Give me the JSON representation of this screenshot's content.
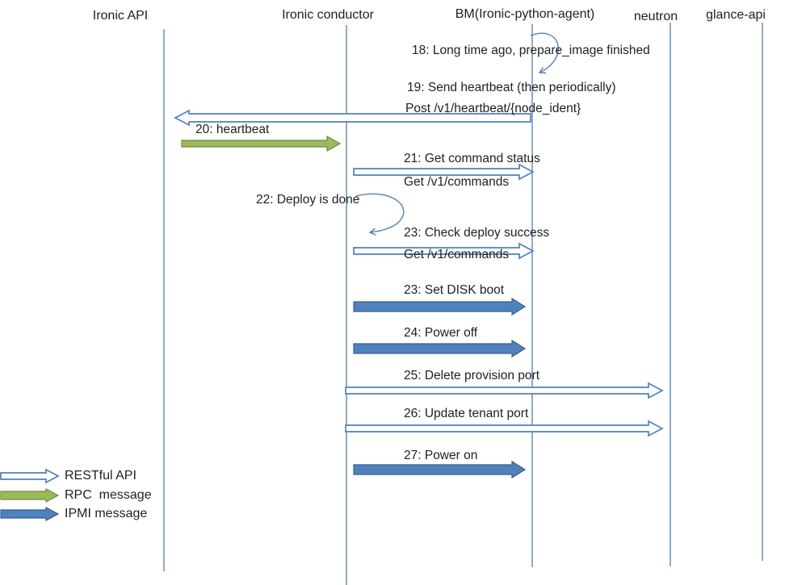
{
  "colors": {
    "text": "#212121",
    "lifeline": "#8faacd",
    "rest_border": "#4f81bd",
    "rest_fill": "#ffffff",
    "rpc_fill": "#9bbb59",
    "rpc_border": "#71893f",
    "ipmi_fill": "#4f81bd",
    "ipmi_border": "#385d8a",
    "loop": "#5a7fb5"
  },
  "actors": [
    {
      "label": "Ironic API"
    },
    {
      "label": "Ironic conductor"
    },
    {
      "label": "BM(Ironic-python-agent)"
    },
    {
      "label": "neutron"
    },
    {
      "label": "glance-api"
    }
  ],
  "messages": {
    "m18": {
      "line1": "18: Long time ago, prepare_image finished"
    },
    "m19": {
      "line1": "19: Send heartbeat (then periodically)",
      "line2": "Post /v1/heartbeat/{node_ident}"
    },
    "m20": {
      "line1": "20: heartbeat"
    },
    "m21": {
      "line1": "21: Get command status",
      "line2": "Get /v1/commands"
    },
    "m22": {
      "line1": "22: Deploy is done"
    },
    "m23a": {
      "line1": "23: Check deploy success",
      "line2": "Get /v1/commands"
    },
    "m23b": {
      "line1": "23: Set DISK boot"
    },
    "m24": {
      "line1": "24: Power off"
    },
    "m25": {
      "line1": "25: Delete provision port"
    },
    "m26": {
      "line1": "26: Update tenant port"
    },
    "m27": {
      "line1": "27: Power on"
    }
  },
  "flows": [
    {
      "id": 18,
      "type": "self",
      "actor": "BM(Ironic-python-agent)",
      "text": "Long time ago, prepare_image finished"
    },
    {
      "id": 19,
      "type": "RESTful API",
      "from": "BM(Ironic-python-agent)",
      "to": "Ironic API",
      "text": "Send heartbeat (then periodically) / Post /v1/heartbeat/{node_ident}"
    },
    {
      "id": 20,
      "type": "RPC message",
      "from": "Ironic API",
      "to": "Ironic conductor",
      "text": "heartbeat"
    },
    {
      "id": 21,
      "type": "RESTful API",
      "from": "Ironic conductor",
      "to": "BM(Ironic-python-agent)",
      "text": "Get command status / Get /v1/commands"
    },
    {
      "id": 22,
      "type": "self",
      "actor": "Ironic conductor",
      "text": "Deploy is done"
    },
    {
      "id": 23,
      "type": "RESTful API",
      "from": "Ironic conductor",
      "to": "BM(Ironic-python-agent)",
      "text": "Check deploy success / Get /v1/commands"
    },
    {
      "id": 23,
      "type": "IPMI message",
      "from": "Ironic conductor",
      "to": "BM(Ironic-python-agent)",
      "text": "Set DISK boot"
    },
    {
      "id": 24,
      "type": "IPMI message",
      "from": "Ironic conductor",
      "to": "BM(Ironic-python-agent)",
      "text": "Power off"
    },
    {
      "id": 25,
      "type": "RESTful API",
      "from": "Ironic conductor",
      "to": "neutron",
      "text": "Delete provision port"
    },
    {
      "id": 26,
      "type": "RESTful API",
      "from": "Ironic conductor",
      "to": "neutron",
      "text": "Update tenant port"
    },
    {
      "id": 27,
      "type": "IPMI message",
      "from": "Ironic conductor",
      "to": "BM(Ironic-python-agent)",
      "text": "Power on"
    }
  ],
  "legend": {
    "rest": "RESTful API",
    "rpc": "RPC  message",
    "ipmi": "IPMI message"
  }
}
